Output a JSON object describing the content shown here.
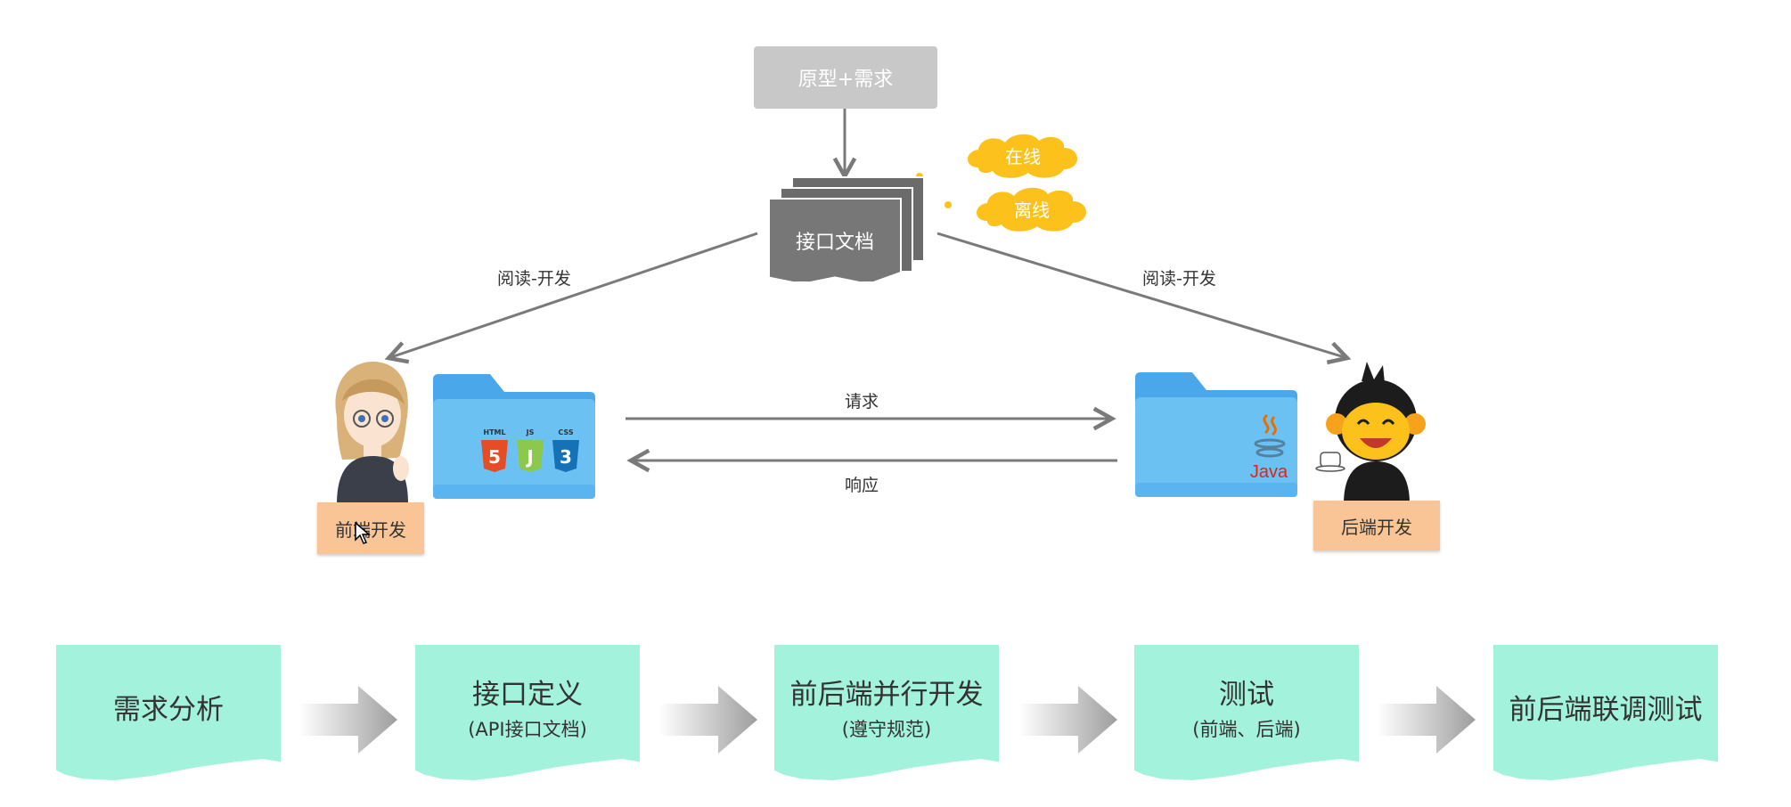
{
  "diagram": {
    "prototype_box": "原型+需求",
    "api_doc": "接口文档",
    "doc_forms": [
      "在线",
      "离线"
    ],
    "edge_left": "阅读-开发",
    "edge_right": "阅读-开发",
    "request": "请求",
    "response": "响应",
    "frontend_role": "前端开发",
    "backend_role": "后端开发",
    "frontend_badges": [
      "HTML",
      "JS",
      "CSS"
    ],
    "backend_badge": "Java",
    "icons": [
      "frontend-developer-avatar",
      "backend-developer-avatar",
      "html5-logo",
      "js-logo",
      "css3-logo",
      "java-logo",
      "mouse-cursor-icon"
    ]
  },
  "workflow": [
    {
      "title": "需求分析",
      "subtitle": ""
    },
    {
      "title": "接口定义",
      "subtitle": "(API接口文档)"
    },
    {
      "title": "前后端并行开发",
      "subtitle": "(遵守规范)"
    },
    {
      "title": "测试",
      "subtitle": "(前端、后端)"
    },
    {
      "title": "前后端联调测试",
      "subtitle": ""
    }
  ],
  "colors": {
    "step_fill": "#a3f2dc",
    "role_tag": "#f9c596",
    "cloud": "#fcc21b",
    "folder_blue": "#6cc1f3",
    "connector_gray": "#7a7a7a"
  }
}
